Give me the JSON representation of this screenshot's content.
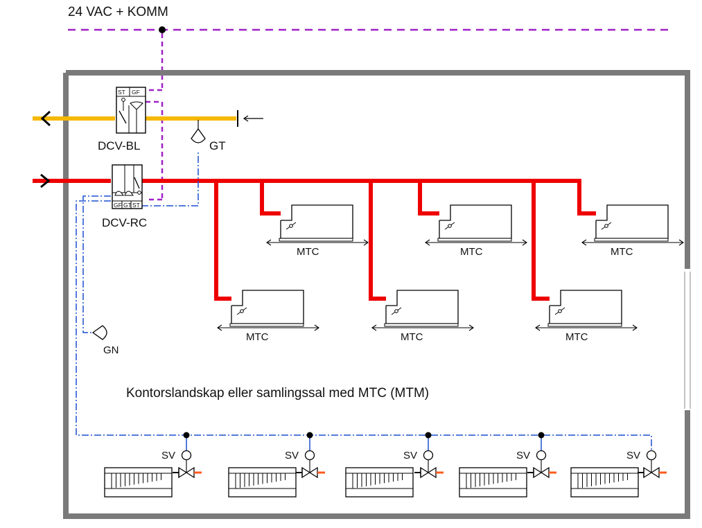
{
  "bus_label": "24 VAC + KOMM",
  "room_description": "Kontorslandskap eller samlingssal med MTC (MTM)",
  "units": {
    "exhaust_damper": {
      "label": "DCV-BL",
      "ports": [
        "ST",
        "GF"
      ]
    },
    "supply_damper": {
      "label": "DCV-RC",
      "ports": [
        "GF",
        "GT",
        "ST"
      ]
    }
  },
  "sensors": {
    "duct_sensor": "GT",
    "room_sensor": "GN"
  },
  "terminal_label": "MTC",
  "valve_label": "SV",
  "colors": {
    "comm_bus": "#a020c8",
    "exhaust_duct": "#f5b800",
    "supply_duct": "#ee0000",
    "signal": "#1a4fd0",
    "wall": "#7a7a7a",
    "water": "#ff5a1f"
  }
}
